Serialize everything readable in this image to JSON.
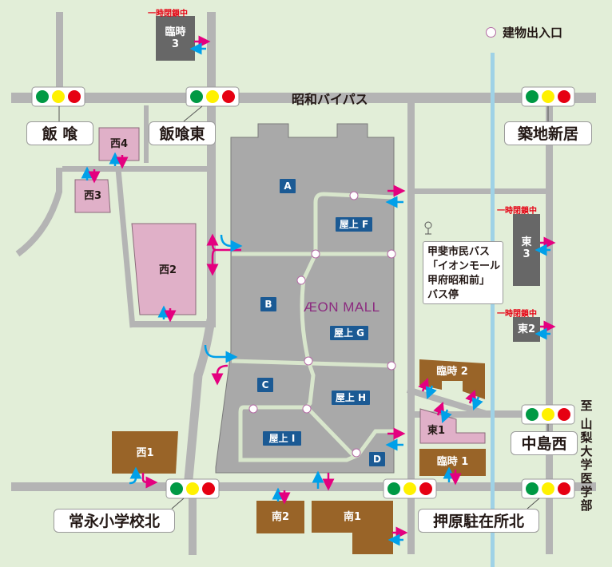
{
  "legend": {
    "entrance_label": "建物出入口"
  },
  "roads": {
    "main_road": "昭和バイパス"
  },
  "intersections": [
    {
      "id": "iigui",
      "label": "飯 喰"
    },
    {
      "id": "iigui-higashi",
      "label": "飯喰東"
    },
    {
      "id": "tsukiji-arai",
      "label": "築地新居"
    },
    {
      "id": "nakajima-nishi",
      "label": "中島西"
    },
    {
      "id": "tsunenaga-sho-kita",
      "label": "常永小学校北"
    },
    {
      "id": "oshihara-chuzaisho-kita",
      "label": "押原駐在所北"
    }
  ],
  "direction_note": "至 山梨大学医学部",
  "direction_chars": [
    "至",
    "",
    "山",
    "梨",
    "大",
    "学",
    "医",
    "学",
    "部"
  ],
  "status": {
    "closed": "一時閉鎖中"
  },
  "parking_lots": {
    "rinji3_line1": "臨時",
    "rinji3_line2": "3",
    "nishi4": "西4",
    "nishi3": "西3",
    "nishi2": "西2",
    "nishi1": "西1",
    "higashi3_line1": "東",
    "higashi3_line2": "3",
    "higashi2": "東2",
    "higashi1": "東1",
    "rinji2": "臨時 2",
    "rinji1": "臨時 1",
    "minami2": "南2",
    "minami1": "南1"
  },
  "mall": {
    "logo": "ÆON MALL",
    "zones": {
      "A": "A",
      "B": "B",
      "C": "C",
      "D": "D",
      "F": "屋上 F",
      "G": "屋上 G",
      "H": "屋上 H",
      "I": "屋上 I"
    }
  },
  "bus_stop": {
    "lines": [
      "甲斐市民バス",
      "「イオンモール",
      "甲府昭和前」",
      "バス停"
    ]
  },
  "colors": {
    "background": "#e2eed8",
    "road": "#b4b4b4",
    "river": "#9fd2e6",
    "mall": "#a9a9a9",
    "zone_badge": "#1b5a94",
    "west_lot": "#e0b0c8",
    "brown_lot": "#996428",
    "closed_lot": "#676767",
    "arrow_in": "#e4007f",
    "arrow_out": "#00a0e9",
    "closed_text": "#e60012",
    "signal_green": "#009944",
    "signal_yellow": "#fff100",
    "signal_red": "#e60012"
  }
}
